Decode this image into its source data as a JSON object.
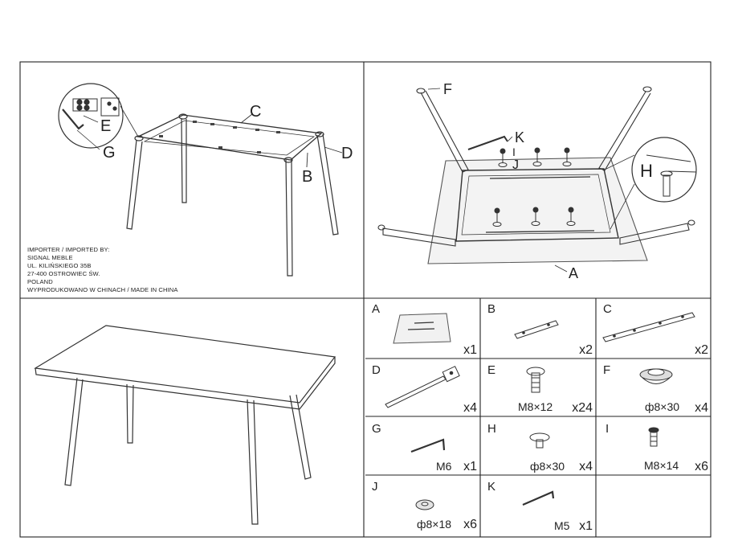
{
  "frame_view": {
    "labels": {
      "C": "C",
      "B": "B",
      "D": "D",
      "E": "E",
      "G": "G"
    }
  },
  "importer": {
    "lines": [
      "IMPORTER / IMPORTED BY:",
      "SIGNAL MEBLE",
      "UL. KILIŃSKIEGO 35B",
      "27-400 OSTROWIEC ŚW.",
      "POLAND",
      "WYPRODUKOWANO W CHINACH / MADE IN CHINA"
    ]
  },
  "assembly_view": {
    "labels": {
      "F": "F",
      "K": "K",
      "I": "I",
      "J": "J",
      "H": "H",
      "A": "A"
    }
  },
  "parts": [
    {
      "letter": "A",
      "spec": "",
      "qty": "x1"
    },
    {
      "letter": "B",
      "spec": "",
      "qty": "x2"
    },
    {
      "letter": "C",
      "spec": "",
      "qty": "x2"
    },
    {
      "letter": "D",
      "spec": "",
      "qty": "x4"
    },
    {
      "letter": "E",
      "spec": "M8×12",
      "qty": "x24"
    },
    {
      "letter": "F",
      "spec": "ф8×30",
      "qty": "x4"
    },
    {
      "letter": "G",
      "spec": "M6",
      "qty": "x1"
    },
    {
      "letter": "H",
      "spec": "ф8×30",
      "qty": "x4"
    },
    {
      "letter": "I",
      "spec": "M8×14",
      "qty": "x6"
    },
    {
      "letter": "J",
      "spec": "ф8×18",
      "qty": "x6"
    },
    {
      "letter": "K",
      "spec": "M5",
      "qty": "x1"
    }
  ]
}
